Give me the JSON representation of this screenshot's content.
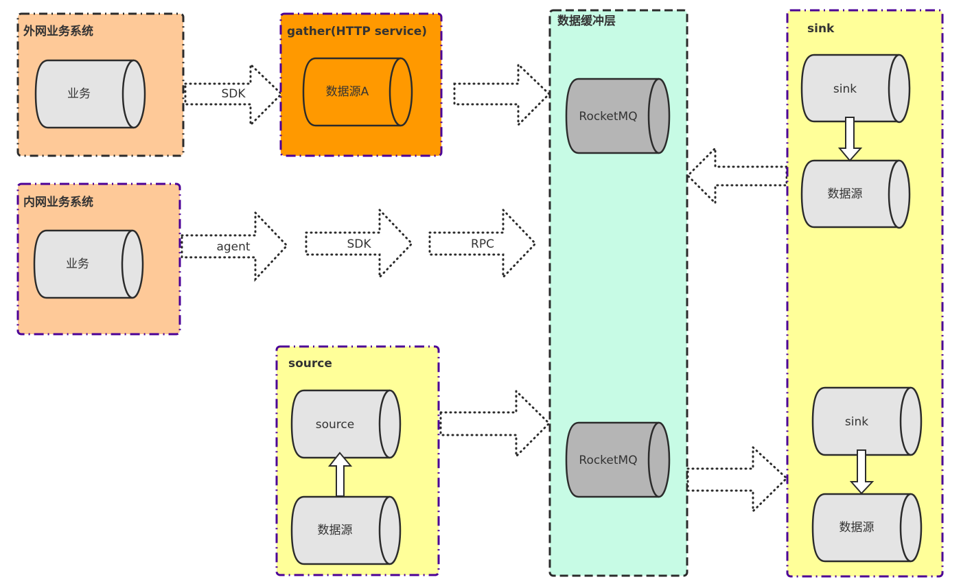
{
  "diagram": {
    "groups": {
      "external_business": {
        "title": "外网业务系统",
        "node": "业务"
      },
      "gather": {
        "title": "gather(HTTP service)",
        "node": "数据源A"
      },
      "buffer": {
        "title": "数据缓冲层",
        "nodes": [
          "RocketMQ",
          "RocketMQ"
        ]
      },
      "sink": {
        "title": "sink",
        "upper": {
          "sink": "sink",
          "datasource": "数据源"
        },
        "lower": {
          "sink": "sink",
          "datasource": "数据源"
        }
      },
      "internal_business": {
        "title": "内网业务系统",
        "node": "业务"
      },
      "source": {
        "title": "source",
        "source": "source",
        "datasource": "数据源"
      }
    },
    "arrows": {
      "external_sdk": "SDK",
      "internal_agent": "agent",
      "internal_sdk": "SDK",
      "internal_rpc": "RPC",
      "gather_to_buffer": "",
      "source_to_buffer": "",
      "sink_to_buffer": "",
      "buffer_to_sink": ""
    },
    "colors": {
      "peach": "#fec998",
      "orange": "#ff9900",
      "mint": "#c7fbe5",
      "yellow": "#ffff99",
      "purple_border": "#4b0096",
      "dark_border": "#2b2b2b",
      "cyl_light": "#e4e4e4",
      "cyl_dark": "#b5b5b5"
    }
  }
}
